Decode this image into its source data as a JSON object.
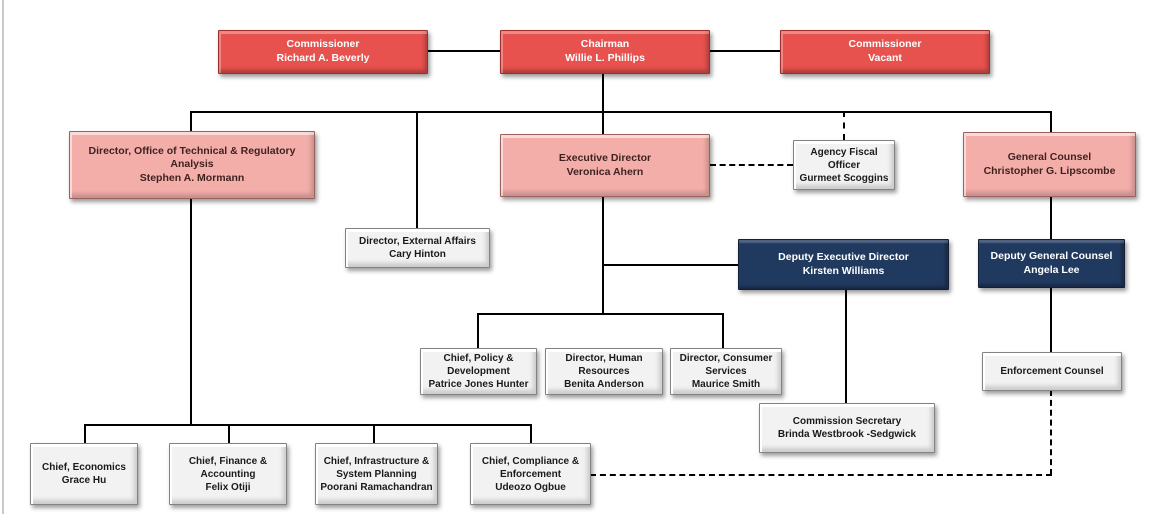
{
  "colors": {
    "red": "#E8524E",
    "pink": "#F3AEAA",
    "navy": "#20395F",
    "gray_box": "#F2F2F2",
    "line": "#000000"
  },
  "org_chart": {
    "nodes": [
      {
        "id": "commissioner-beverly",
        "title": "Commissioner",
        "name": "Richard A. Beverly",
        "color": "red"
      },
      {
        "id": "chairman-phillips",
        "title": "Chairman",
        "name": "Willie L. Phillips",
        "color": "red"
      },
      {
        "id": "commissioner-vacant",
        "title": "Commissioner",
        "name": "Vacant",
        "color": "red"
      },
      {
        "id": "director-otra",
        "title": "Director, Office of Technical & Regulatory Analysis",
        "name": "Stephen A. Mormann",
        "color": "pink"
      },
      {
        "id": "executive-director",
        "title": "Executive Director",
        "name": "Veronica Ahern",
        "color": "pink"
      },
      {
        "id": "agency-fiscal-officer",
        "title": "Agency Fiscal Officer",
        "name": "Gurmeet Scoggins",
        "color": "white"
      },
      {
        "id": "general-counsel",
        "title": "General Counsel",
        "name": "Christopher G. Lipscombe",
        "color": "pink"
      },
      {
        "id": "director-external-affairs",
        "title": "Director, External Affairs",
        "name": "Cary Hinton",
        "color": "white"
      },
      {
        "id": "deputy-executive-director",
        "title": "Deputy Executive Director",
        "name": "Kirsten Williams",
        "color": "navy"
      },
      {
        "id": "deputy-general-counsel",
        "title": "Deputy General Counsel",
        "name": "Angela Lee",
        "color": "navy"
      },
      {
        "id": "chief-policy-development",
        "title": "Chief, Policy & Development",
        "name": "Patrice Jones Hunter",
        "color": "white"
      },
      {
        "id": "director-human-resources",
        "title": "Director, Human Resources",
        "name": "Benita Anderson",
        "color": "white"
      },
      {
        "id": "director-consumer-services",
        "title": "Director, Consumer Services",
        "name": "Maurice Smith",
        "color": "white"
      },
      {
        "id": "commission-secretary",
        "title": "Commission Secretary",
        "name": "Brinda Westbrook -Sedgwick",
        "color": "white"
      },
      {
        "id": "enforcement-counsel",
        "title": "Enforcement Counsel",
        "name": "",
        "color": "white"
      },
      {
        "id": "chief-economics",
        "title": "Chief, Economics",
        "name": "Grace Hu",
        "color": "white"
      },
      {
        "id": "chief-finance-accounting",
        "title": "Chief, Finance & Accounting",
        "name": "Felix Otiji",
        "color": "white"
      },
      {
        "id": "chief-infrastructure-planning",
        "title": "Chief, Infrastructure & System Planning",
        "name": "Poorani Ramachandran",
        "color": "white"
      },
      {
        "id": "chief-compliance-enforcement",
        "title": "Chief, Compliance & Enforcement",
        "name": "Udeozo Ogbue",
        "color": "white"
      }
    ]
  }
}
